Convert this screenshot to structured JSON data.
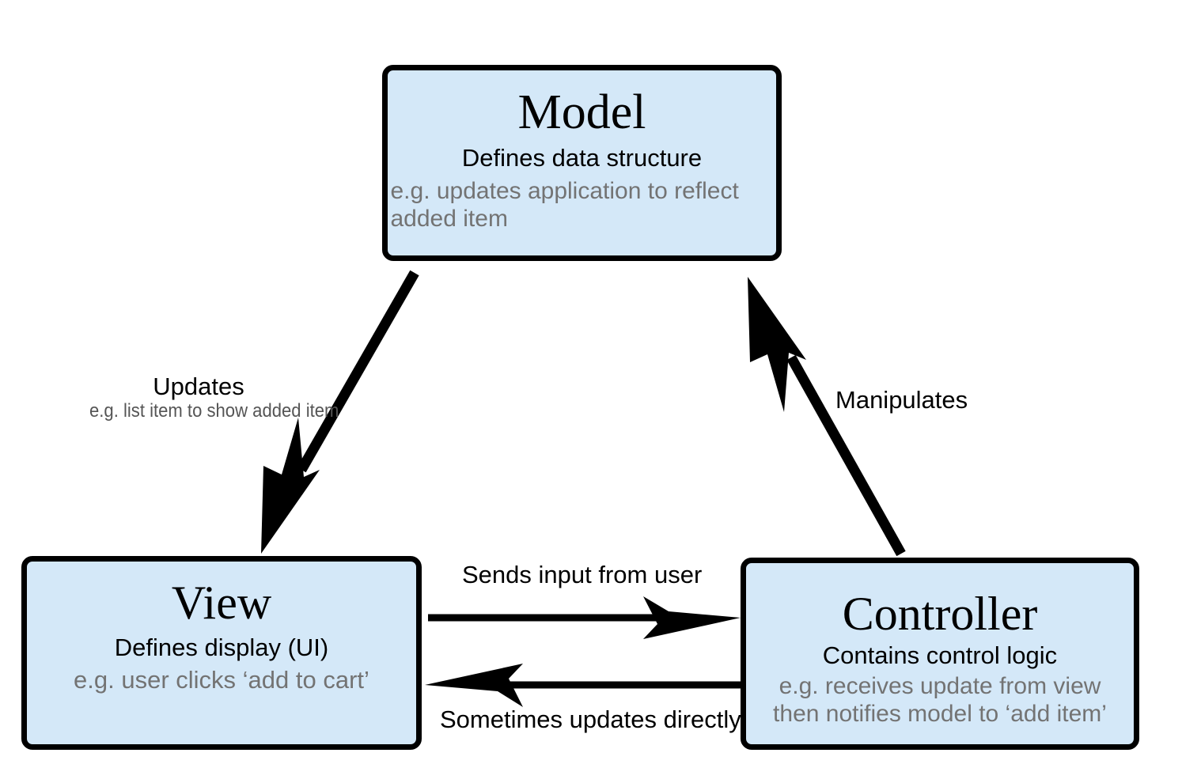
{
  "diagram": {
    "type": "mvc-architecture-diagram",
    "background_color": "#ffffff",
    "node_fill_color": "#d4e8f8",
    "node_border_color": "#000000",
    "muted_text_color": "#737373",
    "nodes": [
      {
        "id": "model",
        "title": "Model",
        "subtitle": "Defines data structure",
        "example_line_1": "e.g. updates application to reflect",
        "example_line_2": "added item"
      },
      {
        "id": "view",
        "title": "View",
        "subtitle": "Defines display (UI)",
        "example_line_1": "e.g. user clicks ‘add to cart’"
      },
      {
        "id": "controller",
        "title": "Controller",
        "subtitle": "Contains control logic",
        "example_line_1": "e.g. receives update from view",
        "example_line_2": "then notifies model to ‘add item’"
      }
    ],
    "edges": [
      {
        "id": "model-to-view",
        "from": "model",
        "to": "view",
        "label": "Updates",
        "sublabel": "e.g. list item to show added item"
      },
      {
        "id": "controller-to-model",
        "from": "controller",
        "to": "model",
        "label": "Manipulates",
        "sublabel": ""
      },
      {
        "id": "view-to-controller",
        "from": "view",
        "to": "controller",
        "label": "Sends input from user",
        "sublabel": ""
      },
      {
        "id": "controller-to-view",
        "from": "controller",
        "to": "view",
        "label": "Sometimes updates directly",
        "sublabel": ""
      }
    ]
  }
}
